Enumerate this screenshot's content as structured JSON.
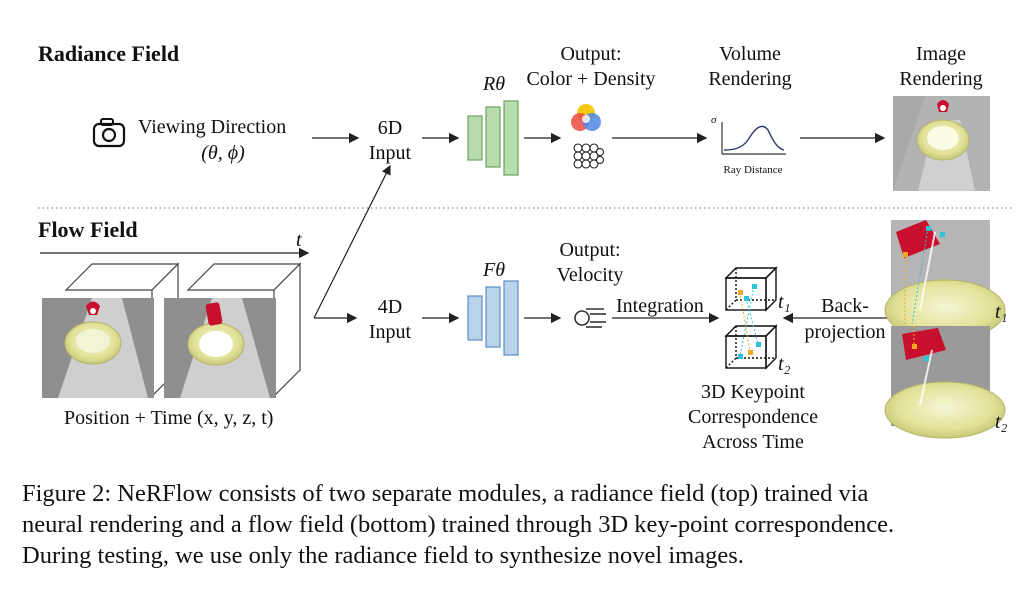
{
  "radiance": {
    "title": "Radiance Field",
    "viewing_direction": "Viewing Direction",
    "viewing_angles": "(θ, ϕ)",
    "input_line1": "6D",
    "input_line2": "Input",
    "network": "Rθ",
    "output_line1": "Output:",
    "output_line2": "Color + Density",
    "volume_line1": "Volume",
    "volume_line2": "Rendering",
    "image_line1": "Image",
    "image_line2": "Rendering",
    "plot_ylabel": "σ",
    "plot_xlabel": "Ray Distance"
  },
  "flow": {
    "title": "Flow Field",
    "time_axis": "t",
    "input_line1": "4D",
    "input_line2": "Input",
    "network": "Fθ",
    "output_line1": "Output:",
    "output_line2": "Velocity",
    "integration": "Integration",
    "backproj_line1": "Back-",
    "backproj_line2": "projection",
    "t1": "t₁",
    "t2": "t₂",
    "keypoint_line1": "3D Keypoint",
    "keypoint_line2": "Correspondence",
    "keypoint_line3": "Across Time",
    "position_time": "Position + Time (x, y, z, t)"
  },
  "caption": {
    "line1": "Figure 2: NeRFlow consists of two separate modules, a radiance field (top) trained via",
    "line2": "neural rendering and a flow field (bottom) trained through 3D key-point correspondence.",
    "line3": "During testing, we use only the radiance field to synthesize novel images."
  },
  "colors": {
    "radiance_net": "#b9dcae",
    "radiance_net_stroke": "#6aa35a",
    "flow_net": "#b9d3ea",
    "flow_net_stroke": "#5b8fc2",
    "cup_red": "#c8102e",
    "bowl_yellow": "#e6e6a0"
  }
}
